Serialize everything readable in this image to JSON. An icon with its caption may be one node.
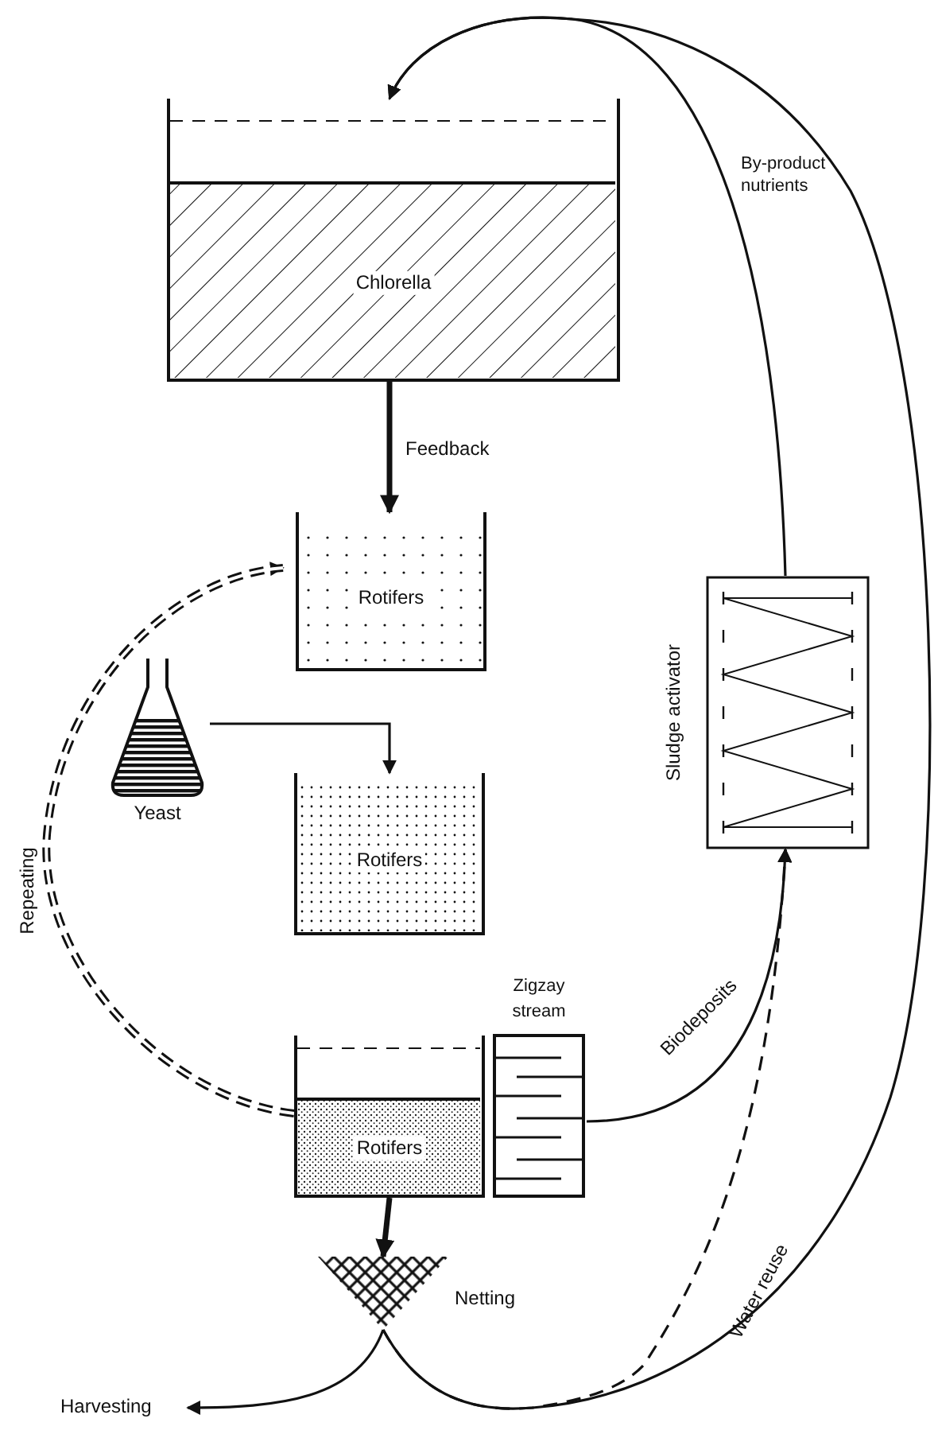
{
  "diagram": {
    "nodes": [
      {
        "text": [
          "Chlorella"
        ]
      },
      {
        "text": [
          "Rotifers"
        ]
      },
      {
        "text": [
          "Yeast"
        ]
      },
      {
        "text": [
          "Rotifers"
        ]
      },
      {
        "text": [
          "Rotifers"
        ]
      },
      {
        "text": [
          "Zigzay stream"
        ]
      },
      {
        "text": [
          "Netting"
        ]
      },
      {
        "text": [
          "Sludge activator"
        ]
      },
      {
        "text": [
          "Harvesting"
        ]
      }
    ],
    "edges": [
      {
        "from": 0,
        "to": 1,
        "arrow": "to",
        "label": "Feedback",
        "style": "thick"
      },
      {
        "from": 2,
        "to": 3,
        "arrow": "to"
      },
      {
        "from": 4,
        "to": 1,
        "arrow": "to",
        "label": "Repeating",
        "style": "dashed"
      },
      {
        "from": 5,
        "to": 7,
        "arrow": "to",
        "label": "Biodeposits"
      },
      {
        "from": 7,
        "to": 0,
        "arrow": "to",
        "label": "By-product nutrients"
      },
      {
        "from": 6,
        "to": 0,
        "arrow": "to",
        "label": "Water reuse"
      },
      {
        "from": 6,
        "to": 7,
        "arrow": "to",
        "style": "dashed"
      },
      {
        "from": 4,
        "to": 6,
        "arrow": "to",
        "style": "thick"
      },
      {
        "from": 6,
        "to": 8,
        "arrow": "to"
      }
    ]
  }
}
